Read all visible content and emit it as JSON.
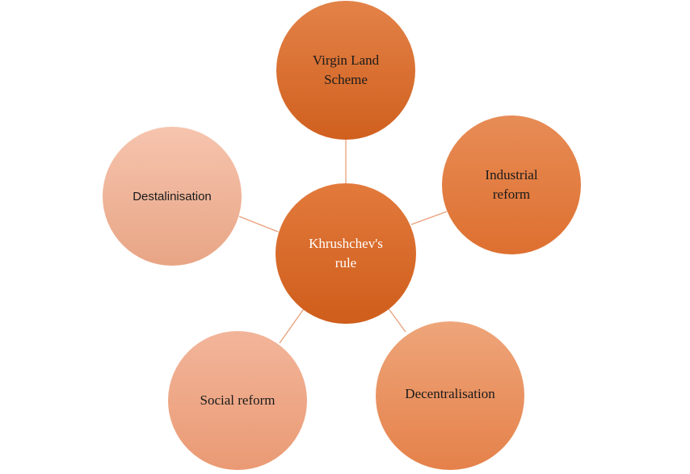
{
  "diagram": {
    "center": {
      "label_lines": [
        "Khrushchev's",
        "rule"
      ]
    },
    "nodes": [
      {
        "id": "virgin-land-scheme",
        "label_lines": [
          "Virgin Land",
          "Scheme"
        ]
      },
      {
        "id": "industrial-reform",
        "label_lines": [
          "Industrial",
          "reform"
        ]
      },
      {
        "id": "decentralisation",
        "label_lines": [
          "Decentralisation"
        ]
      },
      {
        "id": "social-reform",
        "label_lines": [
          "Social reform"
        ]
      },
      {
        "id": "destalinisation",
        "label_lines": [
          "Destalinisation"
        ]
      }
    ],
    "colors": {
      "connector": "#e8a07a",
      "center_top": "#e27a3c",
      "center_bottom": "#cf5d1b",
      "virgin_top": "#e38248",
      "virgin_bottom": "#d0601e",
      "industrial_top": "#e78c56",
      "industrial_bottom": "#de7030",
      "decentral_top": "#eea57a",
      "decentral_bottom": "#e5814a",
      "social_top": "#f2b59a",
      "social_bottom": "#ea9a74",
      "destal_top": "#f6c4ae",
      "destal_bottom": "#e8a585"
    }
  }
}
